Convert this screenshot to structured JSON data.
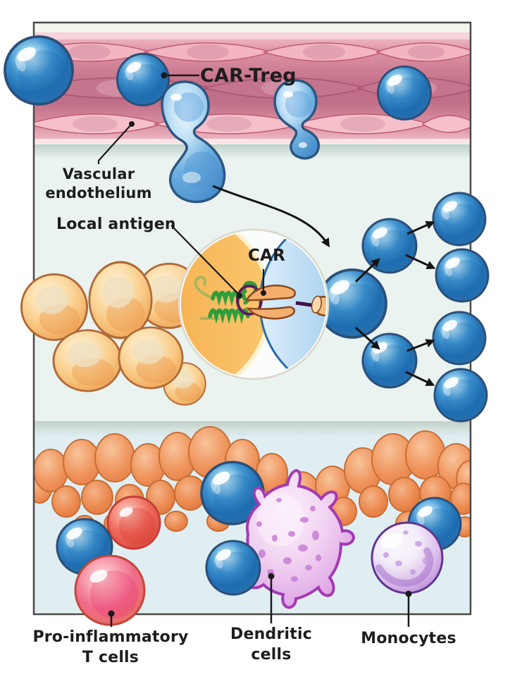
{
  "figure": {
    "type": "scientific-illustration",
    "subject": "CAR-Treg cell therapy mechanism",
    "labels": {
      "car_treg": "CAR-Treg",
      "vascular_endothelium": "Vascular endothelium",
      "local_antigen": "Local antigen",
      "car": "CAR",
      "pro_inflammatory_t_cells": "Pro-inflammatory T cells",
      "dendritic_cells": "Dendritic cells",
      "monocytes": "Monocytes"
    },
    "colors": {
      "treg_cell_blue": "#2f87c8",
      "vessel_pink": "#c4708a",
      "tissue_cell_orange": "#f6b869",
      "antigen_green": "#2f9e3a",
      "car_receptor_orange": "#f5ae6d",
      "pro_inflammatory_red": "#e85548",
      "dendritic_purple": "#e2aee8",
      "monocyte_lavender": "#c493dd"
    }
  }
}
